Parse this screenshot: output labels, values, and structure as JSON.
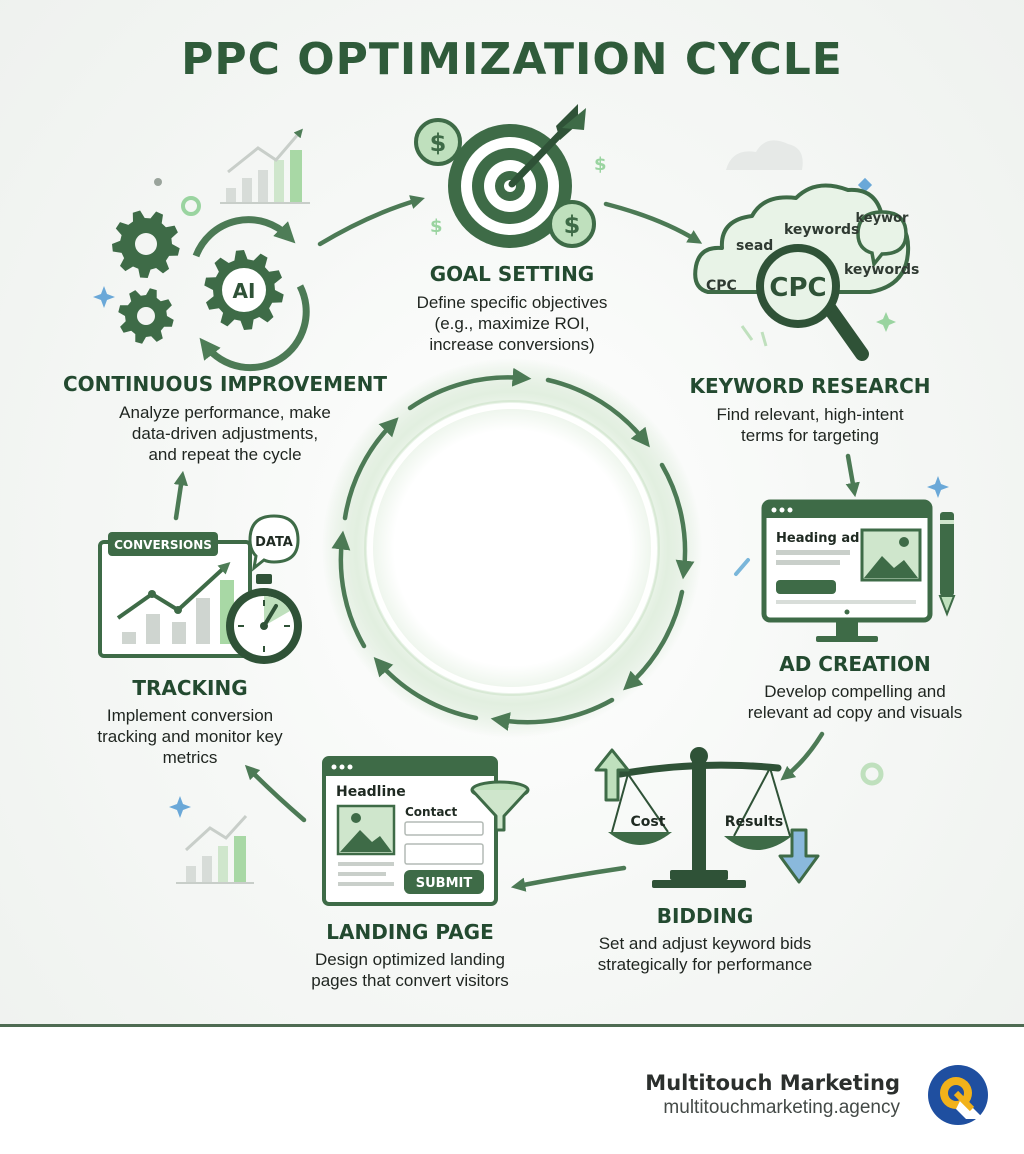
{
  "title": "PPC OPTIMIZATION CYCLE",
  "colors": {
    "dark_green": "#3e6b47",
    "mid_green": "#5f8f68",
    "light_green": "#bfe0bd",
    "title_green": "#2f5b3a",
    "blue_accent": "#6aa8d8",
    "logo_blue": "#1f4fa0",
    "logo_yellow": "#f2b21a"
  },
  "steps": {
    "goal_setting": {
      "title": "GOAL SETTING",
      "desc": [
        "Define specific objectives",
        "(e.g., maximize ROI,",
        "increase conversions)"
      ]
    },
    "keyword_research": {
      "title": "KEYWORD RESEARCH",
      "desc": [
        "Find relevant, high-intent",
        "terms for targeting"
      ],
      "cloud_words": [
        "sead",
        "keywords",
        "CPC",
        "keywor",
        "CPC",
        "keywords"
      ]
    },
    "ad_creation": {
      "title": "AD CREATION",
      "desc": [
        "Develop compelling and",
        "relevant ad copy and visuals"
      ],
      "ad_heading": "Heading ad"
    },
    "bidding": {
      "title": "BIDDING",
      "desc": [
        "Set and adjust keyword bids",
        "strategically for performance"
      ],
      "left_pan": "Cost",
      "right_pan": "Results"
    },
    "landing_page": {
      "title": "LANDING PAGE",
      "desc": [
        "Design optimized landing",
        "pages that convert visitors"
      ],
      "headline": "Headline",
      "contact": "Contact",
      "submit": "SUBMIT"
    },
    "tracking": {
      "title": "TRACKING",
      "desc": [
        "Implement conversion",
        "tracking and monitor key",
        "metrics"
      ],
      "badge": "CONVERSIONS",
      "bubble": "DATA"
    },
    "continuous_improvement": {
      "title": "CONTINUOUS IMPROVEMENT",
      "desc": [
        "Analyze performance, make",
        "data-driven adjustments,",
        "and repeat the cycle"
      ],
      "gear_label": "AI"
    }
  },
  "icons": {
    "goal_setting": "target-arrow-icon",
    "keyword_research": "magnifier-cloud-icon",
    "ad_creation": "monitor-ad-icon",
    "bidding": "balance-scale-icon",
    "landing_page": "landing-page-funnel-icon",
    "tracking": "chart-stopwatch-icon",
    "continuous_improvement": "gears-cycle-icon"
  },
  "footer": {
    "brand": "Multitouch Marketing",
    "url": "multitouchmarketing.agency"
  }
}
